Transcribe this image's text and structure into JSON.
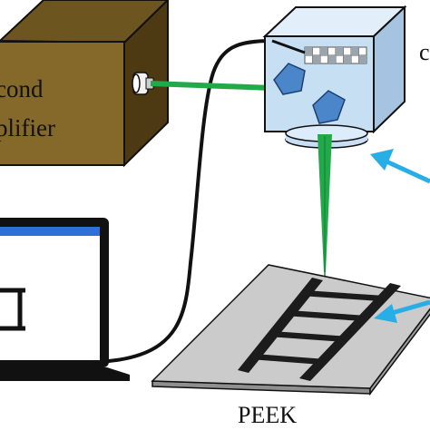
{
  "amplifier": {
    "label_line1": "cond",
    "label_line2": "plifier"
  },
  "material": {
    "label": "PEEK"
  },
  "unit_partial_label": "c",
  "colors": {
    "amplifier_front": "#84692a",
    "amplifier_top": "#6d5520",
    "amplifier_side": "#4d3a12",
    "fiber": "#22aa4a",
    "laser_beam": "#22aa4a",
    "arrows": "#27aee6",
    "cube_front": "#c6dff3",
    "sample": "#cbcbcb",
    "pattern": "#1c1c1c",
    "laptop_screen_header": "#2f6fd6"
  }
}
